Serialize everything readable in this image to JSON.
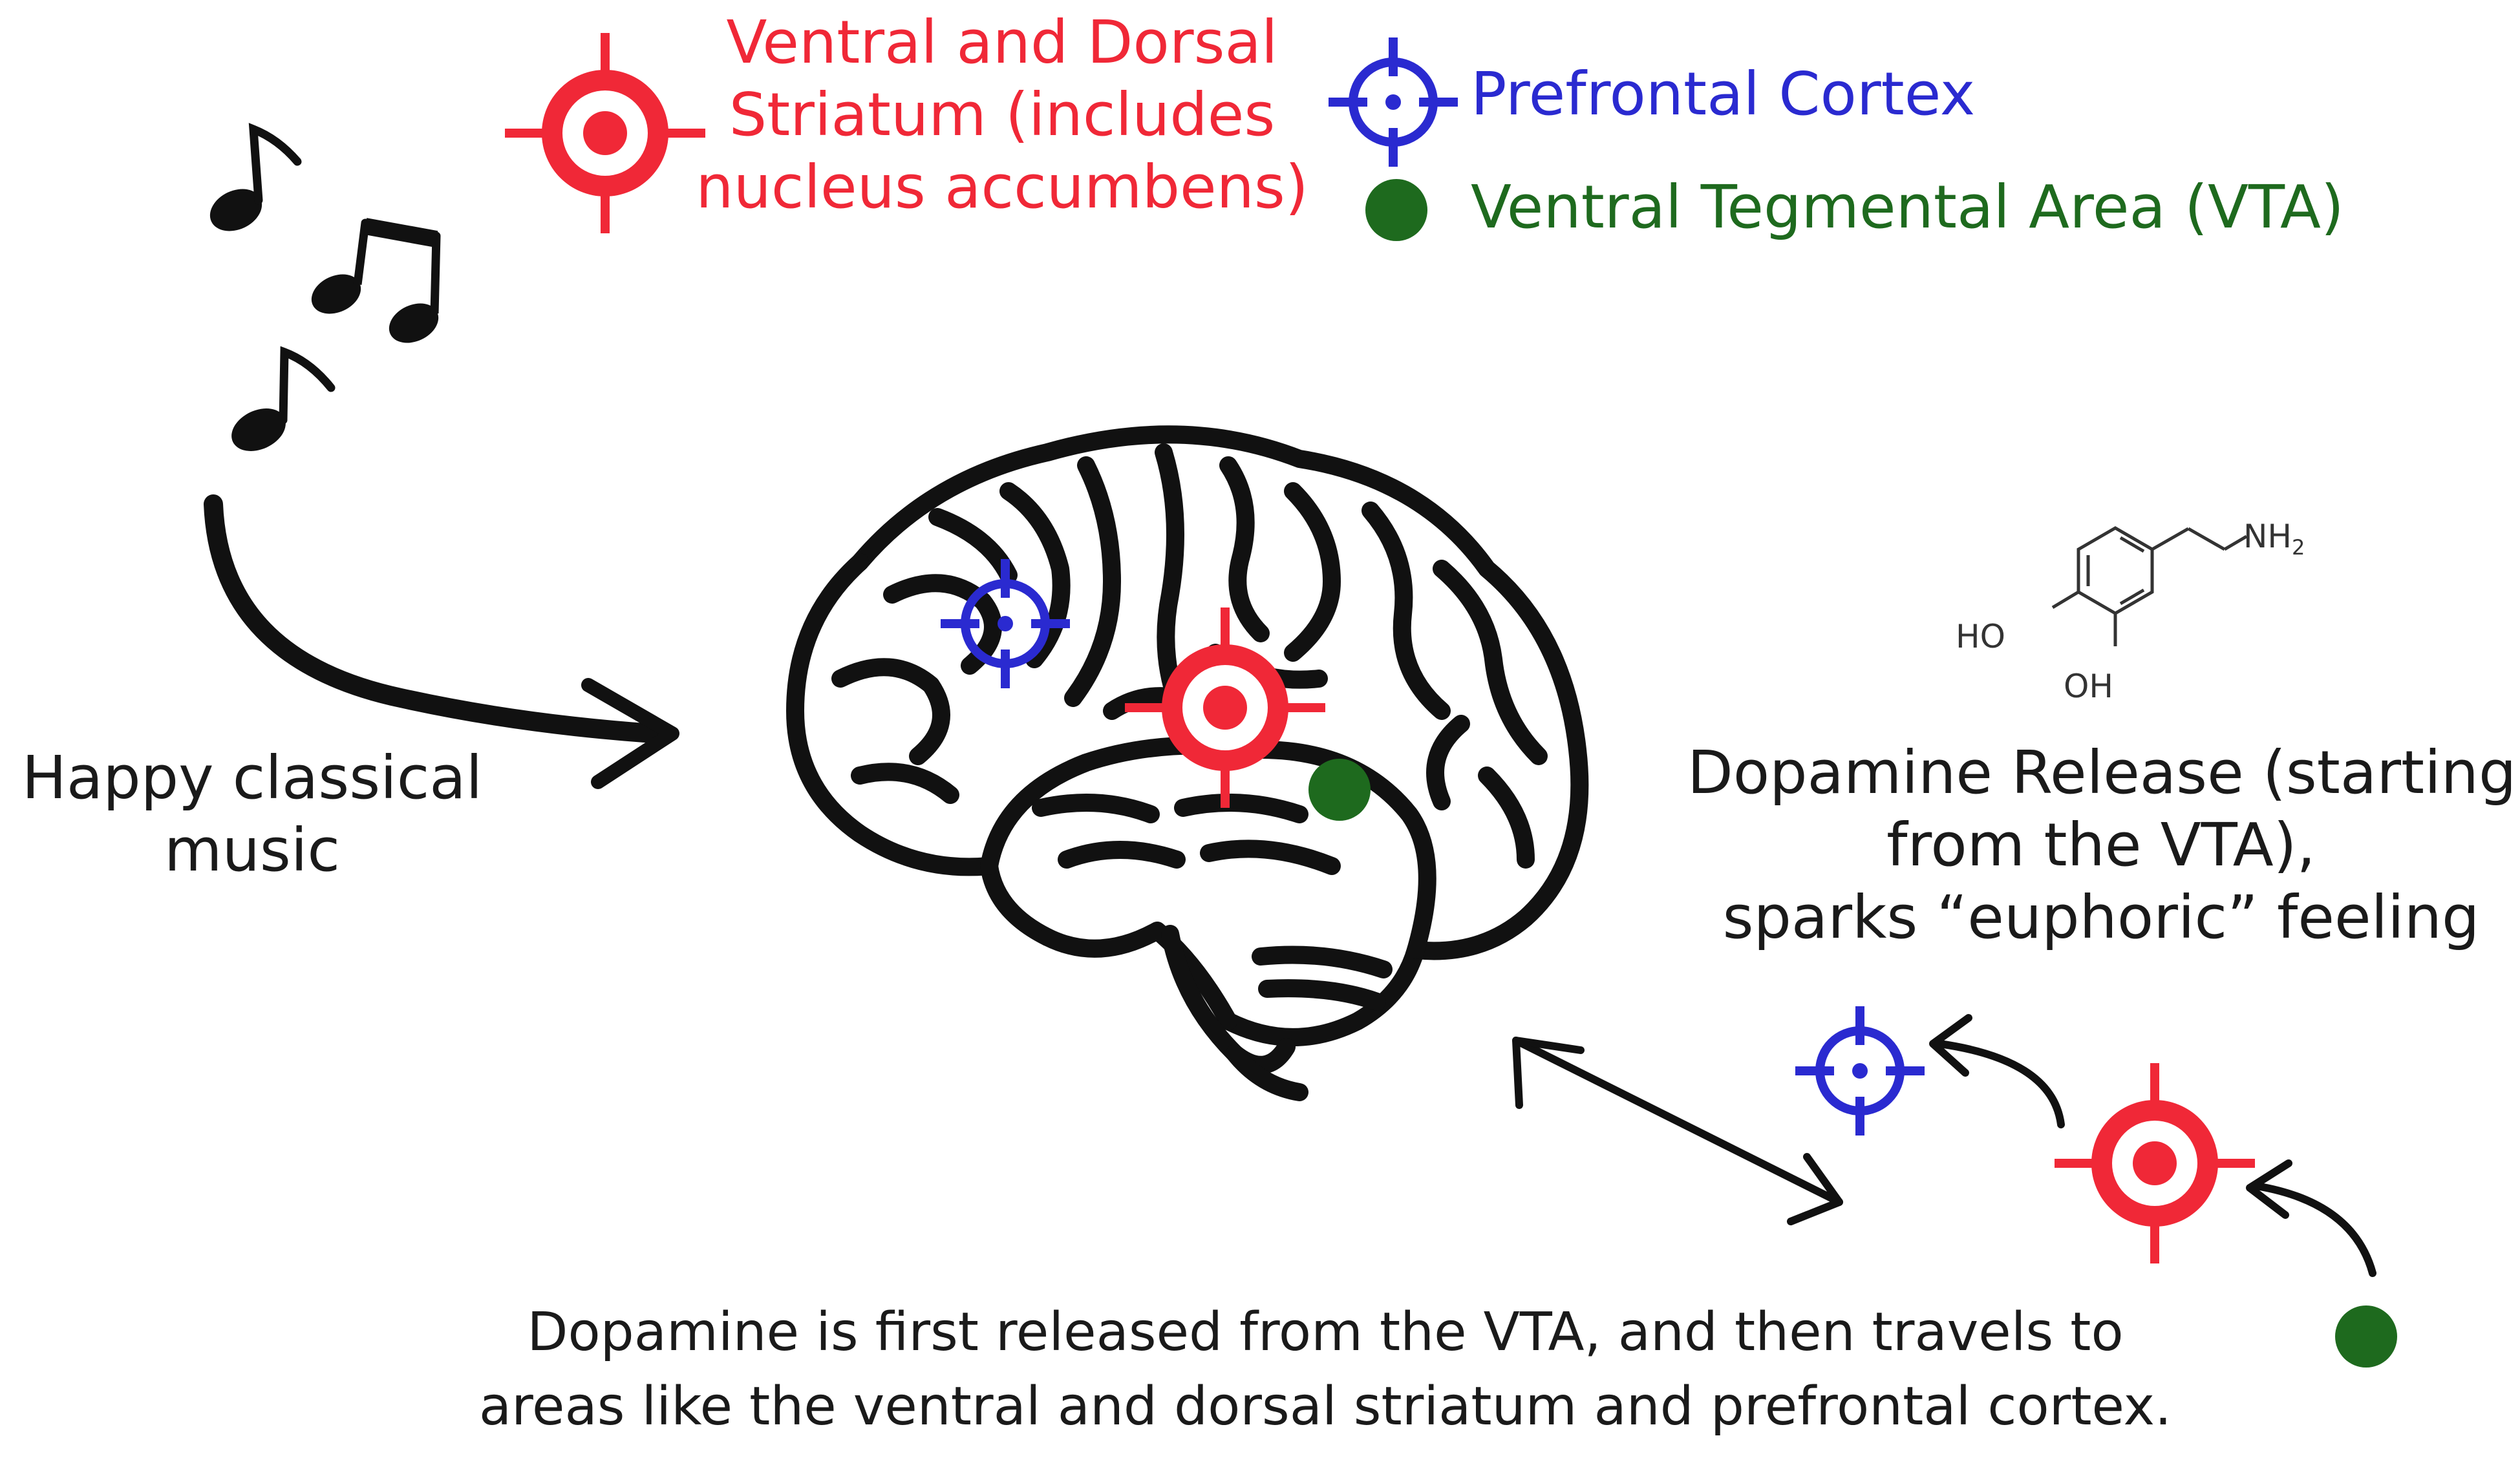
{
  "legend": {
    "striatum_lines": [
      "Ventral and Dorsal",
      "Striatum (includes",
      "nucleus accumbens)"
    ],
    "prefrontal": "Prefrontal Cortex",
    "vta": "Ventral Tegmental Area (VTA)"
  },
  "music_label_lines": [
    "Happy classical",
    "music"
  ],
  "dopamine": {
    "formula_nh2": "NH",
    "formula_nh2_sub": "2",
    "formula_ho": "HO",
    "formula_oh": "OH",
    "release_lines": [
      "Dopamine Release (starting",
      "from the VTA),",
      "sparks “euphoric” feeling"
    ]
  },
  "bottom_caption_lines": [
    "Dopamine is first released from the VTA, and then travels to",
    "areas like the ventral and dorsal striatum and prefrontal cortex."
  ],
  "colors": {
    "striatum": "#f02837",
    "prefrontal": "#2a2ad0",
    "vta": "#1e6a1e",
    "ink": "#111111"
  },
  "icons": [
    "red-target-icon",
    "blue-crosshair-icon",
    "green-dot-icon",
    "music-notes-icon",
    "brain-icon",
    "dopamine-molecule-icon"
  ]
}
